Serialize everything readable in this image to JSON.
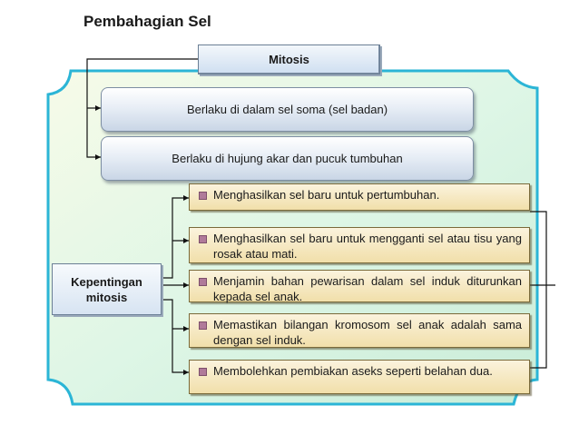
{
  "title": "Pembahagian Sel",
  "mitosis_label": "Mitosis",
  "locations": [
    "Berlaku di dalam sel soma (sel badan)",
    "Berlaku di hujung akar dan pucuk tumbuhan"
  ],
  "importance": {
    "label_line1": "Kepentingan",
    "label_line2": "mitosis",
    "items": [
      "Menghasilkan sel baru untuk pertumbuhan.",
      "Menghasilkan sel baru untuk mengganti sel atau tisu yang rosak atau mati.",
      "Menjamin bahan pewarisan dalam sel induk diturunkan kepada sel anak.",
      "Memastikan bilangan kromosom sel anak adalah sama dengan sel induk.",
      "Membolehkan pembiakan aseks seperti belahan dua."
    ]
  },
  "colors": {
    "board_fill": "#d9f5e2",
    "board_edge": "#2bb5d6",
    "item_fill": "#f1dfaa",
    "box_fill": "#cfdff1"
  }
}
